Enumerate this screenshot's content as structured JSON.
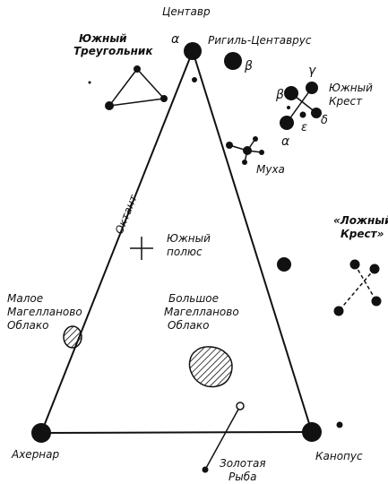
{
  "labels": {
    "centaur": "Центавр",
    "alpha_centauri_letter": "α",
    "rigil": "Ригиль-Центаврус",
    "beta_centauri_letter": "β",
    "southern_triangle": [
      "Южный",
      "Треугольник"
    ],
    "southern_cross": [
      "Южный",
      "Крест"
    ],
    "cross_beta": "β",
    "cross_gamma": "γ",
    "cross_delta": "δ",
    "cross_epsilon": "ε",
    "cross_alpha": "α",
    "musca": "Муха",
    "octant": "Октант",
    "south_pole": [
      "Южный",
      "полюс"
    ],
    "false_cross": [
      "«Ложный",
      "Крест»"
    ],
    "small_magellanic": [
      "Малое",
      "Магелланово",
      "Облако"
    ],
    "large_magellanic": [
      "Большое",
      "Магелланово",
      "Облако"
    ],
    "achernar": "Ахернар",
    "canopus": "Канопус",
    "dorado": [
      "Золотая",
      "Рыба"
    ]
  },
  "colors": {
    "ink": "#111111",
    "background": "#ffffff"
  }
}
